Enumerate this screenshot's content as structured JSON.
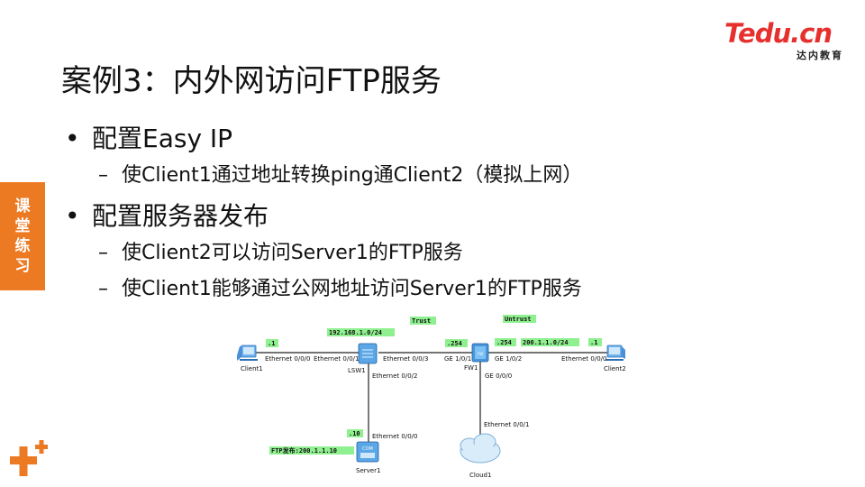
{
  "logo": {
    "main": "Tedu.cn",
    "sub": "达内教育"
  },
  "title": "案例3：内外网访问FTP服务",
  "bullets": [
    {
      "text": "配置Easy IP",
      "sub": [
        "使Client1通过地址转换ping通Client2（模拟上网）"
      ]
    },
    {
      "text": "配置服务器发布",
      "sub": [
        "使Client2可以访问Server1的FTP服务",
        "使Client1能够通过公网地址访问Server1的FTP服务"
      ]
    }
  ],
  "side_tab": [
    "课",
    "堂",
    "练",
    "习"
  ],
  "colors": {
    "accent": "#ec7a22",
    "brand_red": "#e6302e",
    "tag_green": "#8ff08f",
    "device_blue": "#5aa6e6"
  },
  "diagram": {
    "zones": {
      "trust": "Trust",
      "untrust": "Untrust"
    },
    "tags": {
      "client1_ip": ".1",
      "inner_net": "192.168.1.0/24",
      "fw_inner_ip": ".254",
      "fw_outer_ip": ".254",
      "outer_net": "200.1.1.0/24",
      "client2_ip": ".1",
      "server1_ip": ".10",
      "ftp_publish": "FTP发布:200.1.1.10"
    },
    "devices": {
      "client1": "Client1",
      "lsw1": "LSW1",
      "fw1": "FW1",
      "client2": "Client2",
      "server1": "Server1",
      "cloud1": "Cloud1"
    },
    "ports": {
      "client1_eth": "Ethernet 0/0/0",
      "lsw1_eth1": "Ethernet 0/0/1",
      "lsw1_eth3": "Ethernet 0/0/3",
      "lsw1_eth2": "Ethernet 0/0/2",
      "fw1_ge101": "GE 1/0/1",
      "fw1_ge102": "GE 1/0/2",
      "fw1_ge000": "GE 0/0/0",
      "client2_eth": "Ethernet 0/0/0",
      "server1_eth": "Ethernet 0/0/0",
      "cloud1_eth": "Ethernet 0/0/1"
    },
    "device_icon_texts": {
      "server1": "COM"
    }
  }
}
